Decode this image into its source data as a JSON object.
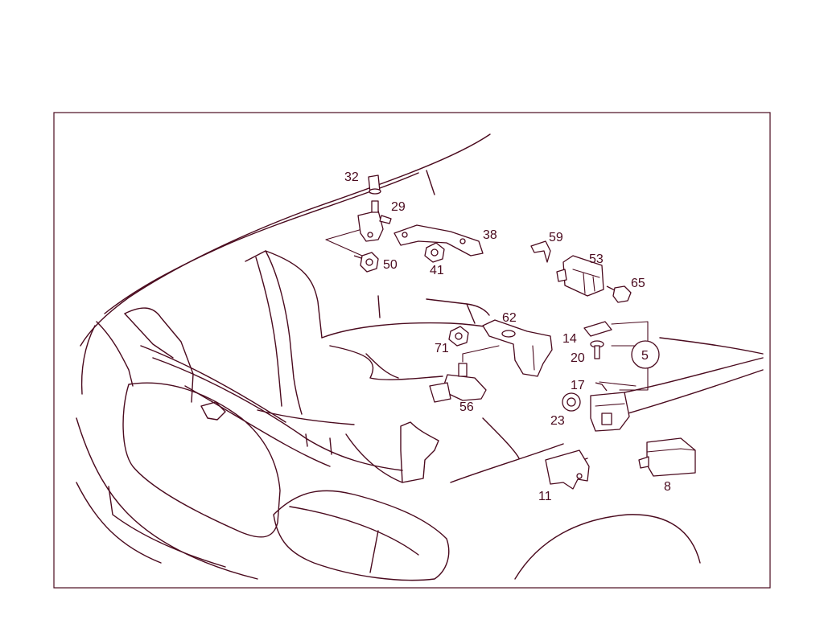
{
  "colors": {
    "ink": "#4a0a1e",
    "background": "#ffffff"
  },
  "callouts": {
    "c32": "32",
    "c29": "29",
    "c38": "38",
    "c50": "50",
    "c41": "41",
    "c59": "59",
    "c53": "53",
    "c65": "65",
    "c62": "62",
    "c71": "71",
    "c14": "14",
    "c20": "20",
    "c5": "5",
    "c17": "17",
    "c56": "56",
    "c23": "23",
    "c11": "11",
    "c8": "8"
  }
}
